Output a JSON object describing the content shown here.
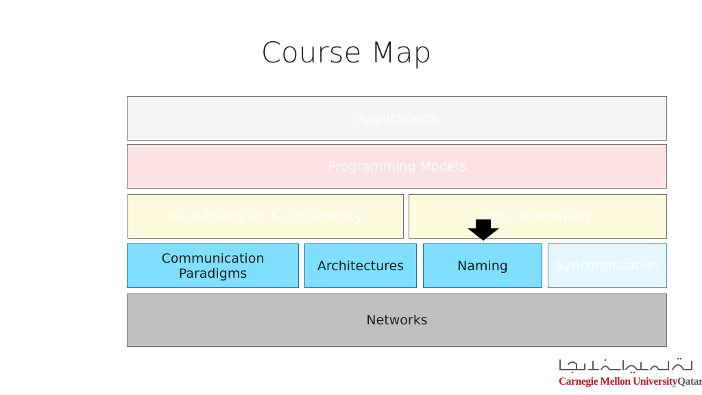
{
  "slide": {
    "title": "Course Map"
  },
  "layers": {
    "applications": "Applications",
    "programming_models": "Programming Models",
    "fault_tolerance": "Fault-tolerance & Consistency",
    "distributed_file_systems": "DFS / Middleware",
    "communication_paradigms": "Communication Paradigms",
    "architectures": "Architectures",
    "naming": "Naming",
    "synchronization": "Synchronization",
    "networks": "Networks"
  },
  "logo": {
    "arabic_text": "جامعة كارنيجي ميلون في قطر",
    "name_part1": "Carnegie Mellon University",
    "name_part2": "Qatar"
  },
  "colors": {
    "applications_fill": "#f5f5f5",
    "programming_fill": "#fde2e4",
    "middle_fill": "#fdf9dc",
    "core_fill": "#7fdffe",
    "sync_fill": "#e4f7fe",
    "networks_fill": "#c0c0c0",
    "logo_red": "#b01e2f"
  },
  "icons": {
    "current_topic_marker": "down-arrow-icon"
  }
}
